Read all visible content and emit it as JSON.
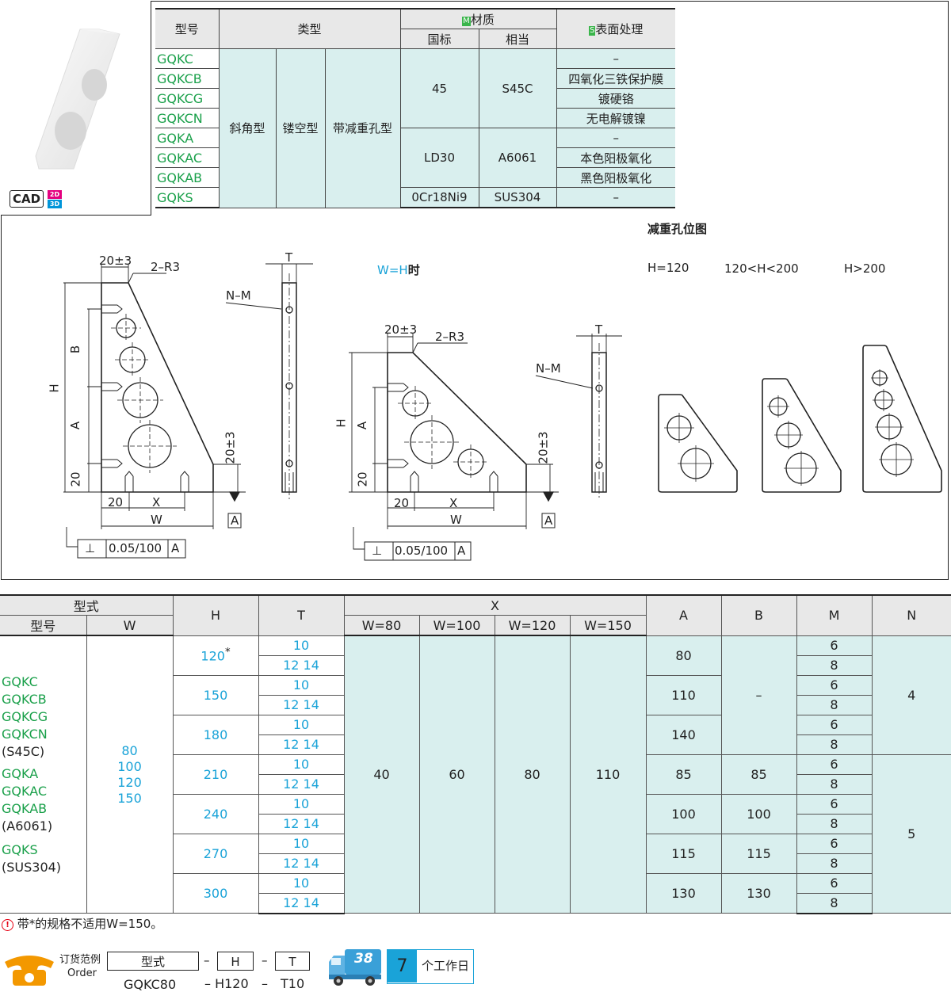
{
  "type_table": {
    "headers": {
      "model": "型号",
      "type": "类型",
      "material_badge": "M",
      "material": "材质",
      "gb": "国标",
      "equiv": "相当",
      "surface_badge": "S",
      "surface": "表面处理"
    },
    "models": [
      "GQKC",
      "GQKCB",
      "GQKCG",
      "GQKCN",
      "GQKA",
      "GQKAC",
      "GQKAB",
      "GQKS"
    ],
    "types": [
      "斜角型",
      "镂空型",
      "带减重孔型"
    ],
    "materials": [
      {
        "gb": "45",
        "equiv": "S45C"
      },
      {
        "gb": "LD30",
        "equiv": "A6061"
      },
      {
        "gb": "0Cr18Ni9",
        "equiv": "SUS304"
      }
    ],
    "surfaces": [
      "–",
      "四氧化三铁保护膜",
      "镀硬铬",
      "无电解镀镍",
      "–",
      "本色阳极氧化",
      "黑色阳极氧化",
      "–"
    ]
  },
  "cad": {
    "label": "CAD",
    "b2d": "2D",
    "b3d": "3D"
  },
  "drawing": {
    "d20pm3": "20±3",
    "r3": "2–R3",
    "t": "T",
    "nm": "N–M",
    "b": "B",
    "h": "H",
    "a": "A",
    "d20": "20",
    "x": "X",
    "w": "W",
    "datum": "A",
    "flatness_sym": "⊥",
    "flatness": "0.05/100",
    "wh_label_a": "W=H",
    "wh_label_b": "时",
    "hole_title": "减重孔位图",
    "h120": "H=120",
    "h120_200": "120<H<200",
    "h200": "H>200"
  },
  "spec_table": {
    "headers": {
      "form": "型式",
      "model": "型号",
      "w": "W",
      "h": "H",
      "t": "T",
      "x": "X",
      "w80": "W=80",
      "w100": "W=100",
      "w120": "W=120",
      "w150": "W=150",
      "a": "A",
      "b": "B",
      "m": "M",
      "n": "N"
    },
    "model_groups": [
      {
        "models": [
          "GQKC",
          "GQKCB",
          "GQKCG",
          "GQKCN"
        ],
        "material": "(S45C)"
      },
      {
        "models": [
          "GQKA",
          "GQKAC",
          "GQKAB"
        ],
        "material": "(A6061)"
      },
      {
        "models": [
          "GQKS"
        ],
        "material": "(SUS304)"
      }
    ],
    "w_values": [
      "80",
      "100",
      "120",
      "150"
    ],
    "x_values": [
      "40",
      "60",
      "80",
      "110"
    ],
    "rows": [
      {
        "h": "120",
        "star": "*",
        "t1": "10",
        "t2": "12 14",
        "a": "80"
      },
      {
        "h": "150",
        "star": "",
        "t1": "10",
        "t2": "12 14",
        "a": "110"
      },
      {
        "h": "180",
        "star": "",
        "t1": "10",
        "t2": "12 14",
        "a": "140"
      },
      {
        "h": "210",
        "star": "",
        "t1": "10",
        "t2": "12 14",
        "a": "85",
        "b": "85"
      },
      {
        "h": "240",
        "star": "",
        "t1": "10",
        "t2": "12 14",
        "a": "100",
        "b": "100"
      },
      {
        "h": "270",
        "star": "",
        "t1": "10",
        "t2": "12 14",
        "a": "115",
        "b": "115"
      },
      {
        "h": "300",
        "star": "",
        "t1": "10",
        "t2": "12 14",
        "a": "130",
        "b": "130"
      }
    ],
    "b_dash": "–",
    "m_values": [
      "6",
      "8"
    ],
    "n_values": [
      "4",
      "5"
    ]
  },
  "footer": {
    "note": "带*的规格不适用W=150。",
    "warn_icon": "!",
    "order_cn": "订货范例",
    "order_en": "Order",
    "form_box": "型式",
    "h_box": "H",
    "t_box": "T",
    "dash": "–",
    "ex_model": "GQKC80",
    "ex_h": "– H120",
    "ex_dash": "–",
    "ex_t": "T10",
    "days_num": "7",
    "days_text": "个工作日",
    "truck_num": "38"
  },
  "colors": {
    "accent_green": "#1aa04a",
    "accent_blue": "#1aa3d8",
    "teal_fill": "#d9efee"
  }
}
